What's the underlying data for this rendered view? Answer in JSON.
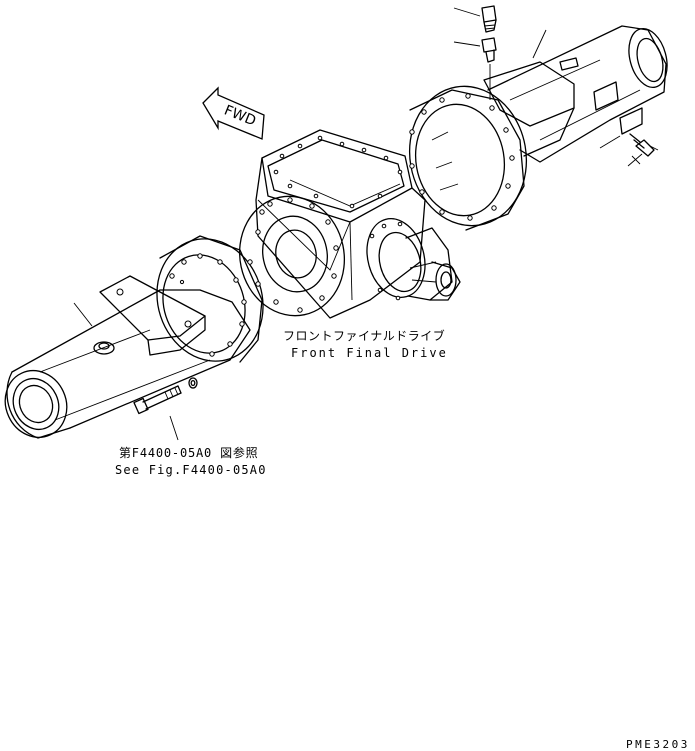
{
  "diagram": {
    "fwd_arrow_label": "FWD",
    "front_final_drive": {
      "label_jp": "フロントファイナルドライブ",
      "label_en": "Front Final Drive"
    },
    "reference": {
      "label_jp": "第F4400-05A0 図参照",
      "label_en": "See Fig.F4400-05A0"
    },
    "drawing_code": "PME3203"
  }
}
